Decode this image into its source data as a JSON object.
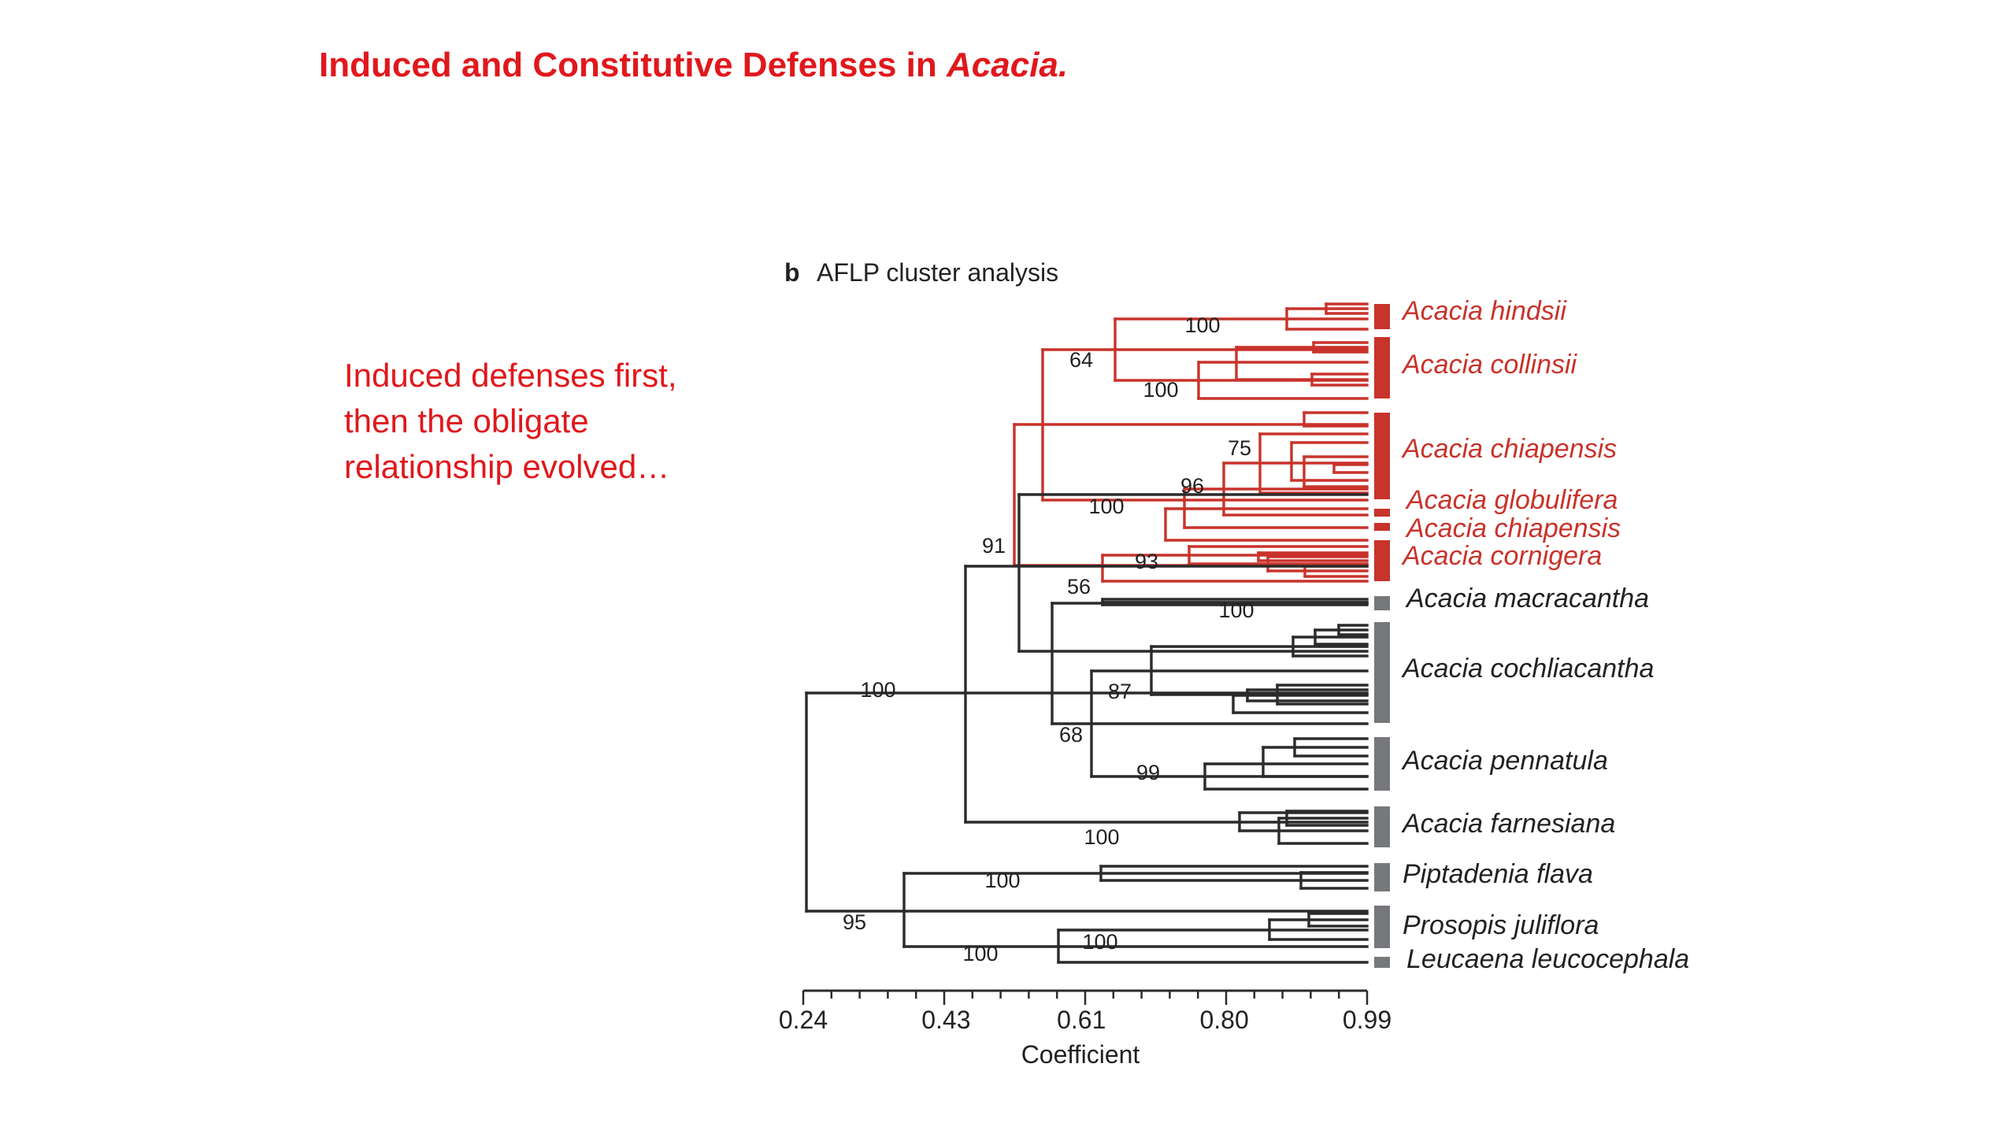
{
  "slide": {
    "title_prefix": "Induced and Constitutive Defenses in ",
    "title_italic": "Acacia.",
    "note_lines": [
      "Induced defenses first,",
      "then the obligate",
      "relationship evolved…"
    ]
  },
  "figure": {
    "panel_letter": "b",
    "panel_title": "AFLP cluster analysis",
    "x_axis_label": "Coefficient",
    "x_ticks": [
      "0.24",
      "0.43",
      "0.61",
      "0.80",
      "0.99"
    ],
    "x_range": [
      0.24,
      0.99
    ],
    "colors": {
      "ant_acacia": "#c8332b",
      "other": "#2b2b2b",
      "bar_red": "#d32020",
      "bar_gray": "#77787b"
    }
  },
  "taxa": [
    {
      "name": "Acacia hindsii",
      "group": "ant"
    },
    {
      "name": "Acacia collinsii",
      "group": "ant"
    },
    {
      "name": "Acacia chiapensis",
      "group": "ant"
    },
    {
      "name": "Acacia globulifera",
      "group": "ant"
    },
    {
      "name": "Acacia chiapensis",
      "group": "ant"
    },
    {
      "name": "Acacia cornigera",
      "group": "ant"
    },
    {
      "name": "Acacia macracantha",
      "group": "other"
    },
    {
      "name": "Acacia cochliacantha",
      "group": "other"
    },
    {
      "name": "Acacia pennatula",
      "group": "other"
    },
    {
      "name": "Acacia farnesiana",
      "group": "other"
    },
    {
      "name": "Piptadenia flava",
      "group": "other"
    },
    {
      "name": "Prosopis juliflora",
      "group": "other"
    },
    {
      "name": "Leucaena leucocephala",
      "group": "other"
    }
  ],
  "bootstrap": [
    "100",
    "64",
    "100",
    "75",
    "96",
    "100",
    "91",
    "93",
    "56",
    "100",
    "87",
    "68",
    "99",
    "100",
    "100",
    "100",
    "95",
    "100",
    "100"
  ]
}
